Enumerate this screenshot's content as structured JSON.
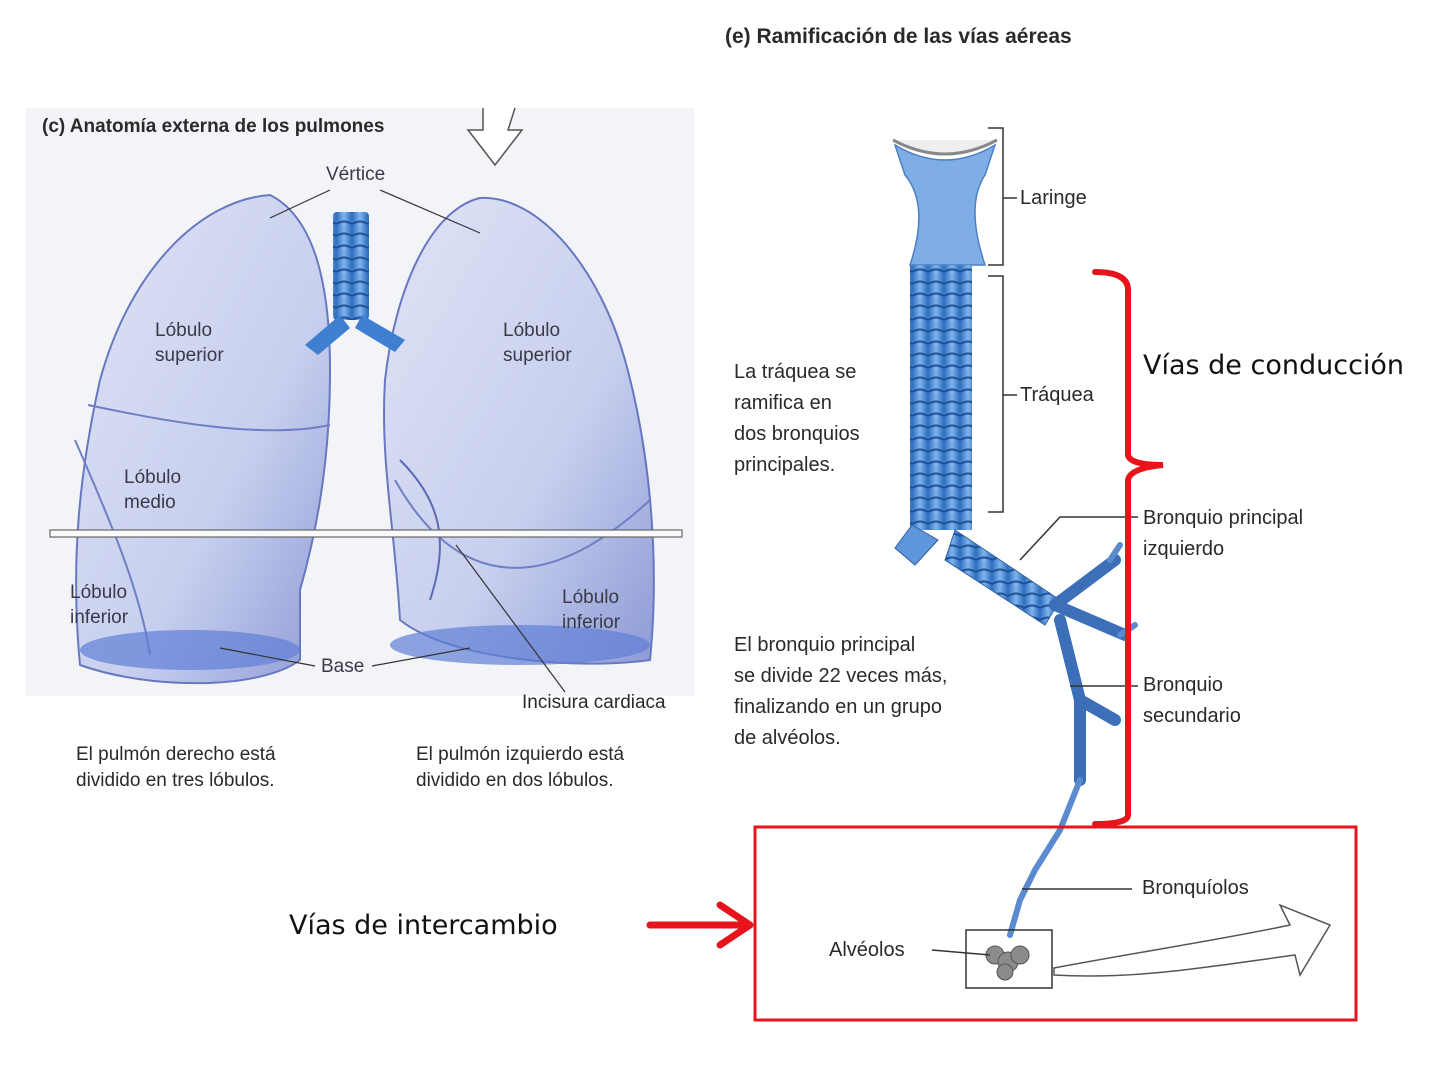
{
  "left_figure": {
    "title": "(c)  Anatomía externa de los pulmones",
    "labels": {
      "apex": "Vértice",
      "right_upper": [
        "Lóbulo",
        "superior"
      ],
      "left_upper": [
        "Lóbulo",
        "superior"
      ],
      "right_middle": [
        "Lóbulo",
        "medio"
      ],
      "right_lower": [
        "Lóbulo",
        "inferior"
      ],
      "left_lower": [
        "Lóbulo",
        "inferior"
      ],
      "base": "Base",
      "cardiac_notch": "Incisura cardiaca"
    },
    "captions": {
      "right_lung": [
        "El pulmón derecho está",
        "dividido en tres lóbulos."
      ],
      "left_lung": [
        "El pulmón izquierdo está",
        "dividido en dos lóbulos."
      ]
    }
  },
  "right_figure": {
    "title": "(e)  Ramificación de las vías aéreas",
    "labels": {
      "larynx": "Laringe",
      "trachea": "Tráquea",
      "left_main_bronchus": [
        "Bronquio principal",
        "izquierdo"
      ],
      "secondary_bronchus": [
        "Bronquio",
        "secundario"
      ],
      "bronchioles": "Bronquíolos",
      "alveoli": "Alvéolos"
    },
    "notes": {
      "trachea_note": [
        "La tráquea se",
        "ramifica en",
        "dos bronquios",
        "principales."
      ],
      "bronchus_note": [
        "El bronquio principal",
        "se divide 22 veces más,",
        "finalizando en un grupo",
        "de alvéolos."
      ]
    }
  },
  "annotations": {
    "conduction": "Vías de conducción",
    "exchange": "Vías de intercambio",
    "accent_color": "#e8141b"
  }
}
